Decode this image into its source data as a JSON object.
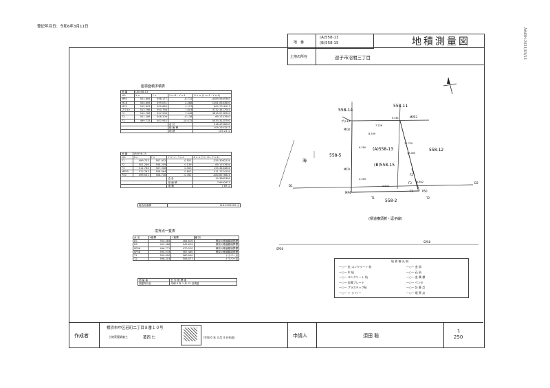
{
  "meta": {
    "registration_date": "登記年月日：令和6年3月11日",
    "vertical_stamp": "AtNRH-2024/03/14"
  },
  "header": {
    "lot_label": "地　番",
    "lot_a": "(A)558-13",
    "lot_b": "(B)558-15",
    "title": "地積測量図",
    "location_label": "土地の所在",
    "location": "逗子市沼間三丁目"
  },
  "area_table_title": "座標面積求積表",
  "table_a": {
    "lot_header": [
      "地 番",
      "(A)558-13"
    ],
    "columns": [
      "NO",
      "X n",
      "Y n",
      "Y n+1 - Y n-1",
      "X n × (Y n+1 - Y n-1)"
    ],
    "rows": [
      [
        "MP4",
        "501.606",
        "498.177",
        "-8.731",
        "-4389.5649363"
      ],
      [
        "MC8",
        "504.606",
        "499.051",
        "2.488",
        "1261.0633603"
      ],
      [
        "MC9",
        "512.603",
        "500.665",
        "1.157",
        "600.7018113"
      ],
      [
        "プラ10",
        "513.766",
        "500.768",
        "7.803",
        "3732.3417043"
      ],
      [
        "F2",
        "512.766",
        "507.908",
        "7.446",
        "3815.5756903"
      ],
      [
        "F3",
        "501.286",
        "508.209",
        "-0.138",
        "-69.1747603"
      ],
      [
        "F1",
        "499.733",
        "507.952",
        "-10.072",
        "-5033.3125793"
      ]
    ],
    "sum_label": "合 計",
    "sum_value": "218.4706003",
    "double_label": "倍 面 積",
    "double_value": "109.2353275",
    "area_label": "地 積",
    "area_value": "109.23 ㎡"
  },
  "table_b": {
    "lot_header": [
      "地 番",
      "(B)558-15"
    ],
    "rows": [
      [
        "F1",
        "499.733",
        "507.952",
        "-0.551",
        "-255.3082230"
      ],
      [
        "F2",
        "501.286",
        "508.209",
        "0.139",
        "69.1747600"
      ],
      [
        "F3",
        "512.766",
        "507.908",
        "0.303",
        "155.3464600"
      ],
      [
        "MP53",
        "512.763",
        "508.064",
        "0.802",
        "411.1224100"
      ],
      [
        "P50",
        "499.551",
        "508.746",
        "-0.762",
        "-380.6576620"
      ]
    ],
    "sum_label": "合 計",
    "sum_value": "15.3885380",
    "double_label": "倍 面 積",
    "double_value": "7.6942675",
    "area_label": "地 積",
    "area_value": "7.69 ㎡"
  },
  "total_area": {
    "label": "総合計面積",
    "value": "116.9295950 ㎡"
  },
  "points_table": {
    "title": "境界点一覧表",
    "columns": [
      "点 名",
      "X座標",
      "Y座標",
      "種 別"
    ],
    "rows": [
      [
        "D1",
        "504.484",
        "484.626",
        "神奈川県道路境界標"
      ],
      [
        "D2",
        "492.988",
        "542.629",
        "神奈川県道路境界標"
      ],
      [
        "SP56",
        "496.771",
        "470.520",
        "神奈川県道路境界標"
      ],
      [
        "SP58",
        "494.533",
        "567.480",
        "神奈川県道路境界標"
      ],
      [
        "T1",
        "509.000",
        "560.000",
        "トラバー点"
      ],
      [
        "T2",
        "498.203",
        "508.077",
        "トラバー点"
      ]
    ]
  },
  "survey_info": {
    "left_label": "測 量 者",
    "right_label": "日 付 座 標 値",
    "date_label": "測量年月日",
    "date_value": "令和 6 年 1 月 15 日測量"
  },
  "legend": {
    "title": "境 界 標 凡 例",
    "items": [
      "金 コンクリート 杭",
      "金 鋲",
      "木 杭",
      "石 杭",
      "コンクリート 杭",
      "金 属 標",
      "金属プレート",
      "ペンキ",
      "プラスチック杭",
      "計 算 点",
      "ト ラ バ ー",
      "境 界 点"
    ]
  },
  "map": {
    "lot_labels": [
      "558-14",
      "558-11",
      "558-5",
      "558-12",
      "(A)558-13",
      "(B)558-15",
      "558-2"
    ],
    "road_label": "(県道横須賀・逗子線)",
    "sea_label": "海",
    "points": [
      "MC8",
      "MC9",
      "MP53",
      "MP4",
      "P50",
      "F1",
      "F2",
      "F3",
      "T1",
      "T2",
      "D1",
      "D2",
      "SP56",
      "SP58",
      "プラ10"
    ],
    "dims": [
      "7.226",
      "0.561",
      "9.350",
      "12.720",
      "2.309",
      "5.644",
      "0.802",
      "13.000",
      "8.339"
    ]
  },
  "footer": {
    "maker_label": "作成者",
    "maker_address": "横浜市中区若町二丁目８番１０号",
    "maker_title": "土地家屋調査士",
    "maker_name": "葛西 仁",
    "date": "（令和 6 年 3 月 4 日作成）",
    "applicant_label": "申請人",
    "applicant": "須田 聡",
    "scale_top": "1",
    "scale_bottom": "250"
  }
}
